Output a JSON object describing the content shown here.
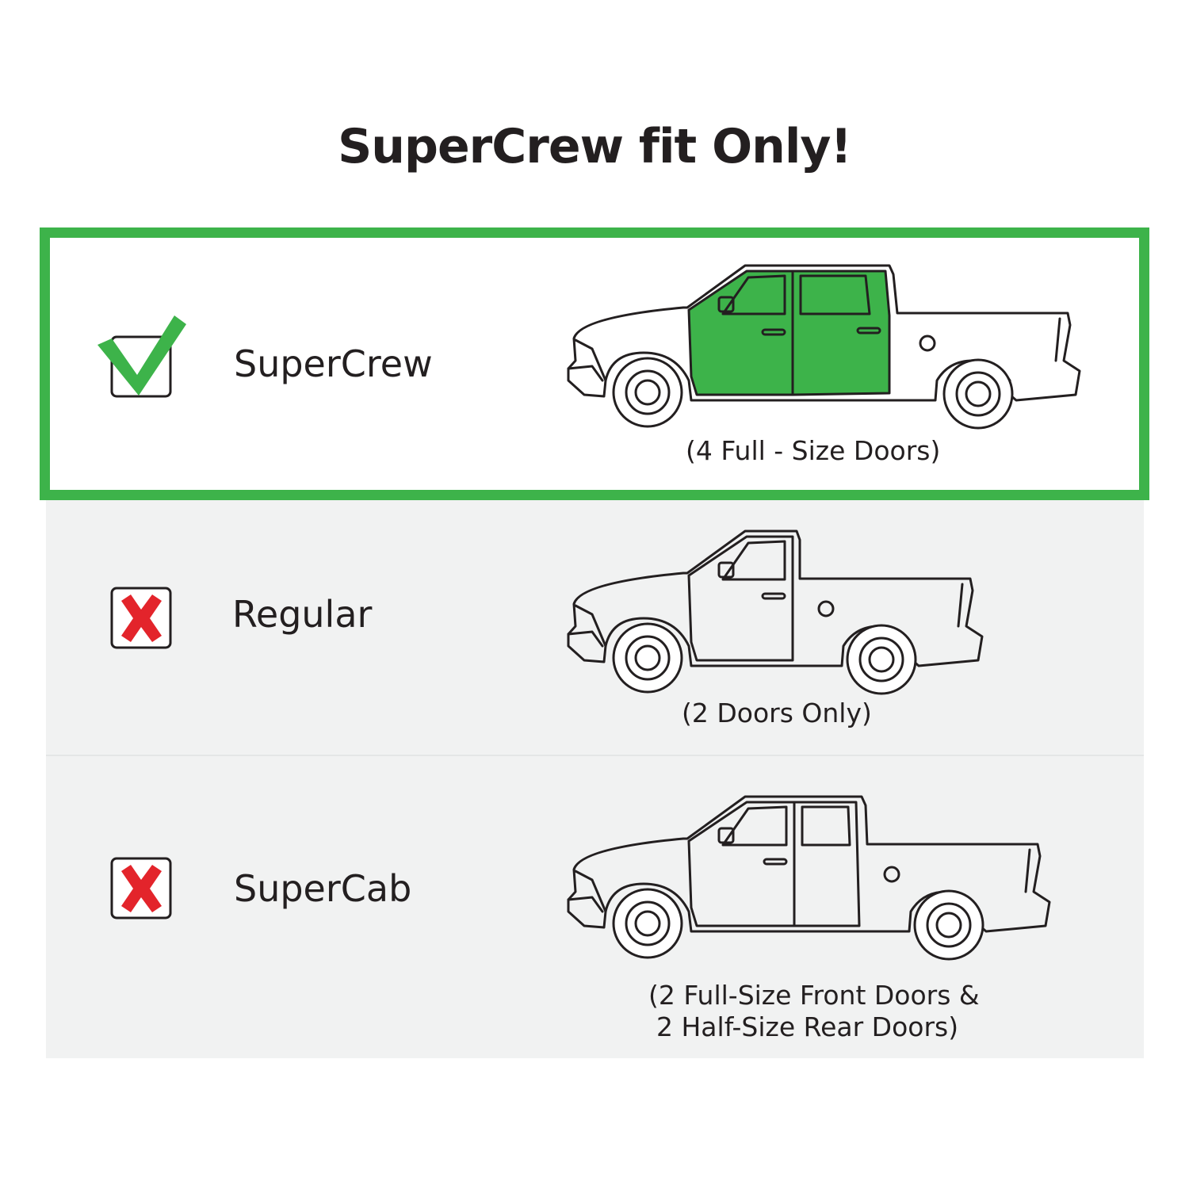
{
  "title": "SuperCrew fit Only!",
  "colors": {
    "accent": "#3db34a",
    "cross": "#e3242b",
    "panel": "#f1f2f2",
    "ink": "#231f20"
  },
  "rows": [
    {
      "label": "SuperCrew",
      "caption": "(4 Full - Size Doors)",
      "status": "fits",
      "icon": "check-icon"
    },
    {
      "label": "Regular",
      "caption": "(2 Doors Only)",
      "status": "does-not-fit",
      "icon": "cross-icon"
    },
    {
      "label": "SuperCab",
      "caption_line1": "(2 Full-Size Front Doors &",
      "caption_line2": "2 Half-Size Rear Doors)",
      "status": "does-not-fit",
      "icon": "cross-icon"
    }
  ]
}
